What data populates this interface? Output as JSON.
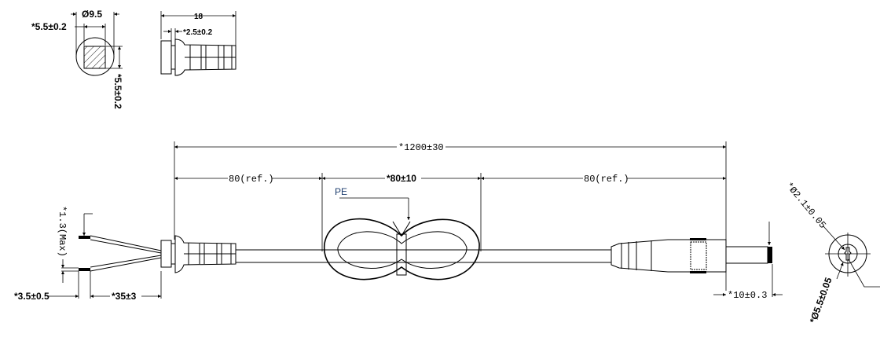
{
  "end_view": {
    "diameter": "Ø9.5",
    "square_width": "*5.5±0.2",
    "square_height": "*5.5±0.2"
  },
  "side_view": {
    "length": "18",
    "flange": "*2.5±0.2"
  },
  "cable": {
    "total_length": "*1200±30",
    "left_ref": "80(ref.)",
    "tie_position": "*80±10",
    "right_ref": "80(ref.)",
    "tie_label": "PE"
  },
  "wire_ends": {
    "tin_thickness": "*1.3(Max)",
    "tin_length": "*3.5±0.5",
    "strip_length": "*35±3"
  },
  "dc_plug": {
    "pin_length": "*10±0.3",
    "inner_diameter": "*Ø2.1±0.05",
    "outer_diameter": "*Ø5.5±0.05"
  }
}
